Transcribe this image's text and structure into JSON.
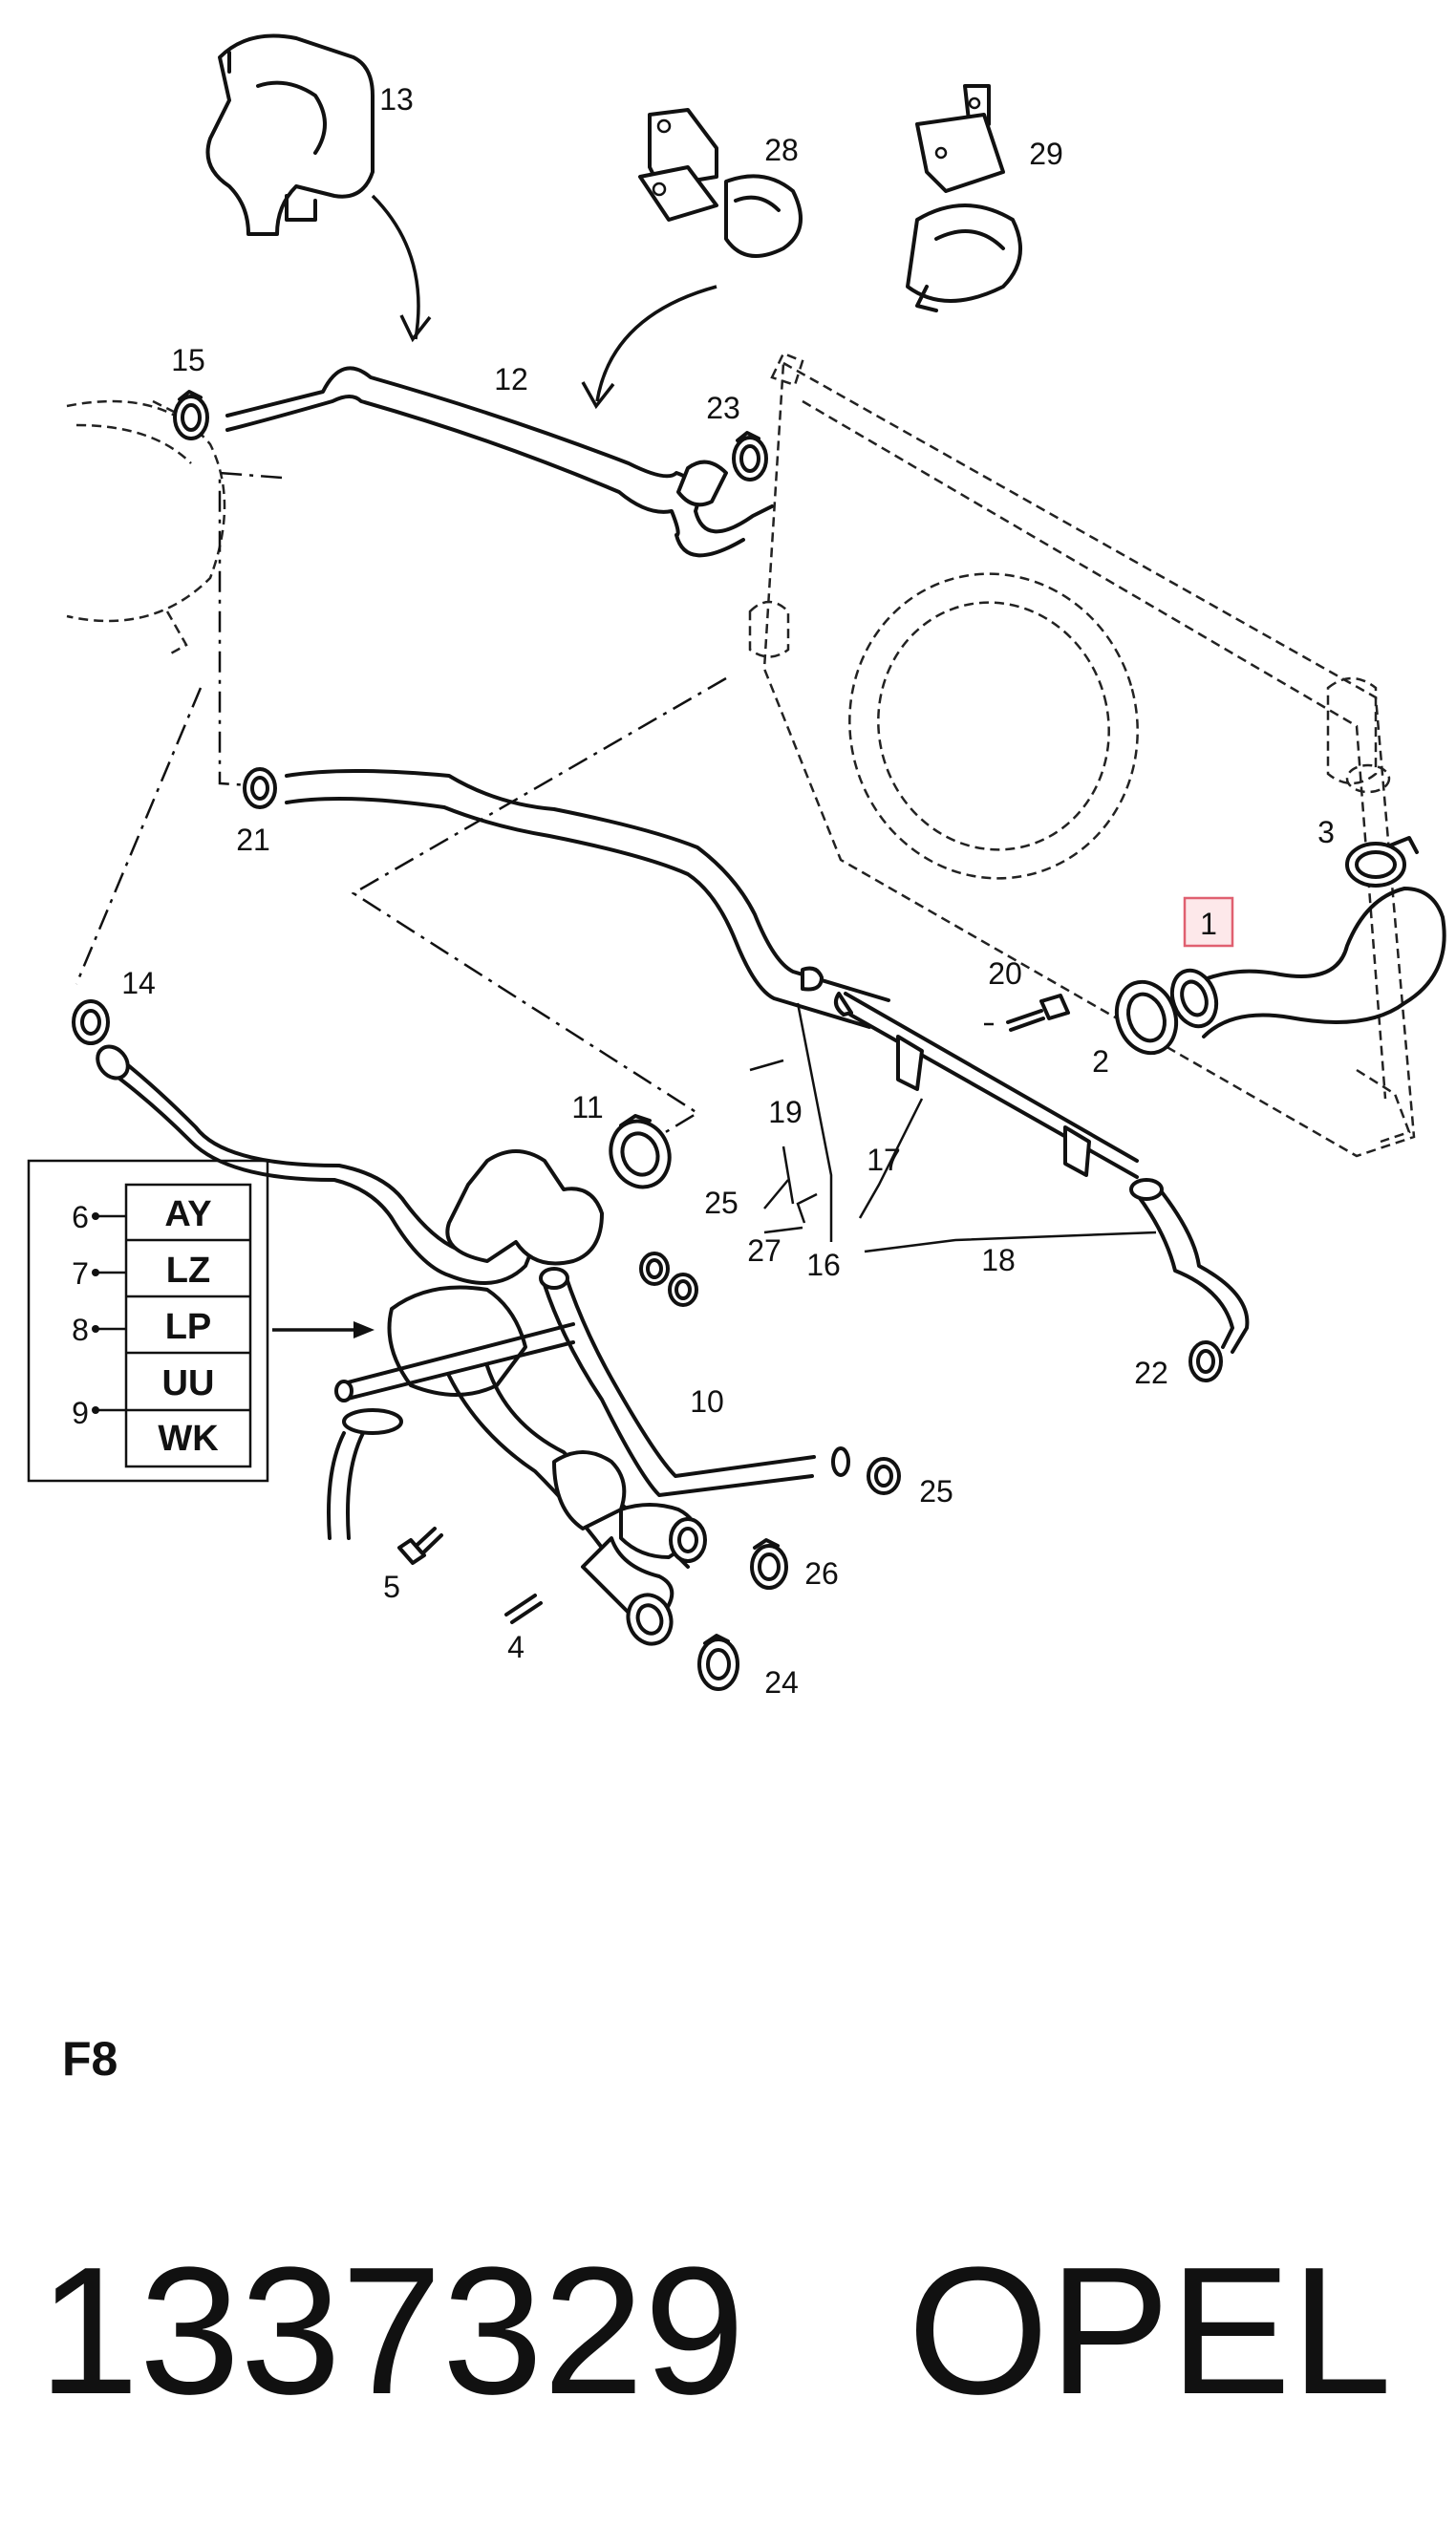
{
  "callouts": [
    {
      "id": "13",
      "text": "13"
    },
    {
      "id": "28",
      "text": "28"
    },
    {
      "id": "29",
      "text": "29"
    },
    {
      "id": "15",
      "text": "15"
    },
    {
      "id": "12",
      "text": "12"
    },
    {
      "id": "23",
      "text": "23"
    },
    {
      "id": "21",
      "text": "21"
    },
    {
      "id": "3",
      "text": "3"
    },
    {
      "id": "1",
      "text": "1"
    },
    {
      "id": "20",
      "text": "20"
    },
    {
      "id": "14",
      "text": "14"
    },
    {
      "id": "2",
      "text": "2"
    },
    {
      "id": "11",
      "text": "11"
    },
    {
      "id": "19",
      "text": "19"
    },
    {
      "id": "17",
      "text": "17"
    },
    {
      "id": "25a",
      "text": "25"
    },
    {
      "id": "27",
      "text": "27"
    },
    {
      "id": "16",
      "text": "16"
    },
    {
      "id": "18",
      "text": "18"
    },
    {
      "id": "22",
      "text": "22"
    },
    {
      "id": "10",
      "text": "10"
    },
    {
      "id": "25b",
      "text": "25"
    },
    {
      "id": "26",
      "text": "26"
    },
    {
      "id": "5",
      "text": "5"
    },
    {
      "id": "4",
      "text": "4"
    },
    {
      "id": "24",
      "text": "24"
    }
  ],
  "legend": {
    "rows": [
      {
        "number": "6",
        "code": "AY"
      },
      {
        "number": "7",
        "code": "LZ"
      },
      {
        "number": "8",
        "code": "LP"
      },
      {
        "number": "",
        "code": "UU"
      },
      {
        "number": "9",
        "code": "WK"
      }
    ]
  },
  "section_code": "F8",
  "footer": {
    "part_number": "1337329",
    "brand": "OPEL"
  },
  "highlight_color": "#e06070"
}
